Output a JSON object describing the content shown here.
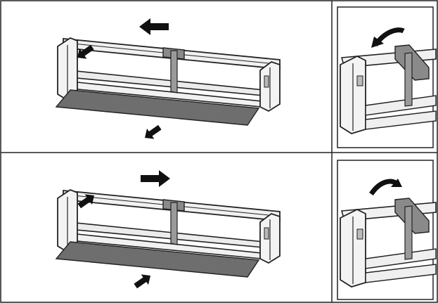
{
  "figure": {
    "panels": [
      {
        "id": "top-left",
        "action": "remove-shelf",
        "arrows": [
          "arrow-left-icon",
          "arrow-down-left-icon",
          "arrow-down-left-icon"
        ]
      },
      {
        "id": "top-right",
        "action": "tilt-up",
        "arrows": [
          "curved-arrow-left-icon"
        ]
      },
      {
        "id": "bottom-left",
        "action": "insert-shelf",
        "arrows": [
          "arrow-right-icon",
          "arrow-up-right-icon",
          "arrow-up-right-icon"
        ]
      },
      {
        "id": "bottom-right",
        "action": "tilt-down",
        "arrows": [
          "curved-arrow-right-icon"
        ]
      }
    ],
    "colors": {
      "line": "#222222",
      "frame": "#f1f1f1",
      "shelf": "#6e6e6e",
      "bracket": "#8a8a8a",
      "arrow": "#111111"
    }
  }
}
